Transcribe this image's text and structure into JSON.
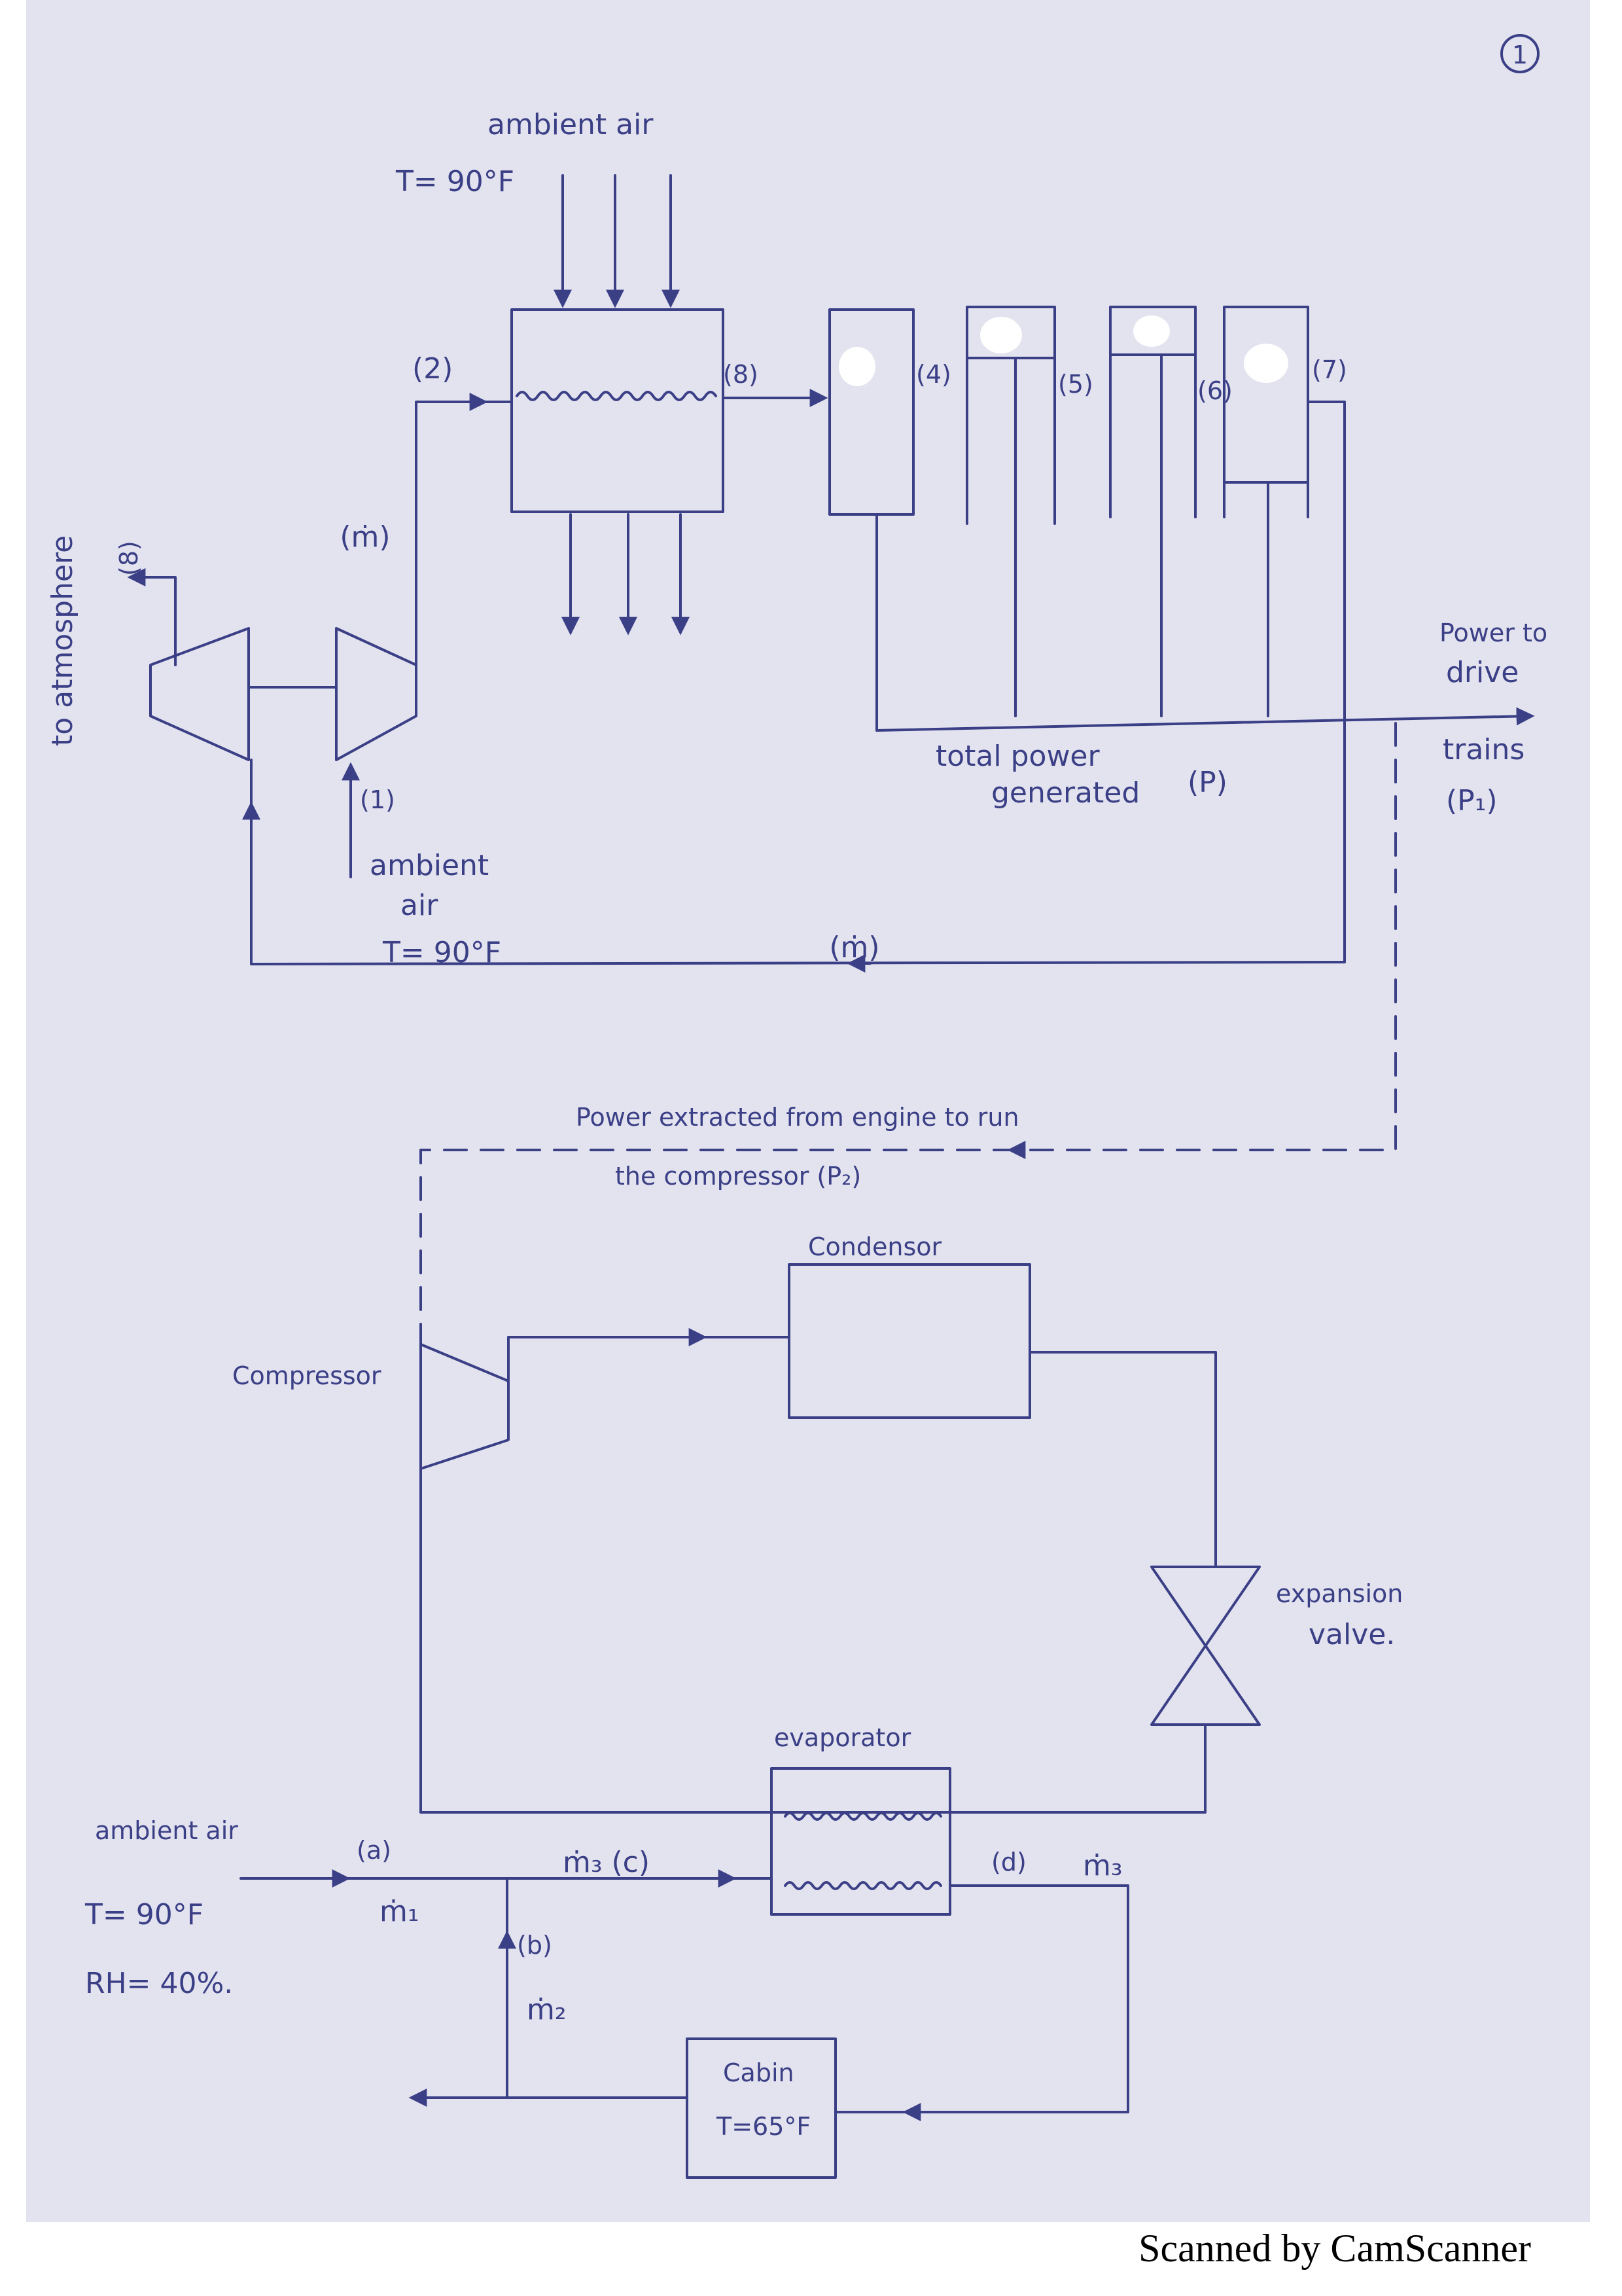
{
  "page_number": "1",
  "engine_cycle": {
    "intercooler_inlet_air": {
      "label": "ambient air",
      "temperature": "T= 90°F"
    },
    "state_labels": {
      "s1": "(1)",
      "s2": "(2)",
      "s3": "(8)",
      "s4": "(4)",
      "s5": "(5)",
      "s6": "(6)",
      "s7": "(7)",
      "s8": "(8)"
    },
    "mass_flow_top": "(ṁ)",
    "mass_flow_bottom": "(ṁ)",
    "exhaust_label": "to atmosphere",
    "compressor_inlet": {
      "line1": "ambient",
      "line2": "air",
      "temperature": "T= 90°F"
    },
    "total_power": {
      "line1": "total power",
      "line2": "generated",
      "symbol": "(P)"
    },
    "drive_power": {
      "line1": "Power to",
      "line2": "drive",
      "line3": "trains",
      "symbol": "(P₁)"
    }
  },
  "refrigeration_cycle": {
    "extracted_power": {
      "line1": "Power extracted from engine to run",
      "line2": "the compressor (P₂)"
    },
    "compressor_label": "Compressor",
    "condenser_label": "Condensor",
    "expansion_valve": {
      "line1": "expansion",
      "line2": "valve."
    },
    "evaporator_label": "evaporator"
  },
  "air_circuit": {
    "inlet_label": "ambient air",
    "inlet_temperature": "T= 90°F",
    "inlet_rh": "RH= 40%.",
    "point_a": "(a)",
    "flow_1": "ṁ₁",
    "point_b": "(b)",
    "flow_2": "ṁ₂",
    "flow_3_c": "ṁ₃ (c)",
    "point_d": "(d)",
    "flow_3_d": "ṁ₃",
    "cabin": {
      "label": "Cabin",
      "temperature": "T=65°F"
    }
  },
  "footer": "Scanned by CamScanner"
}
